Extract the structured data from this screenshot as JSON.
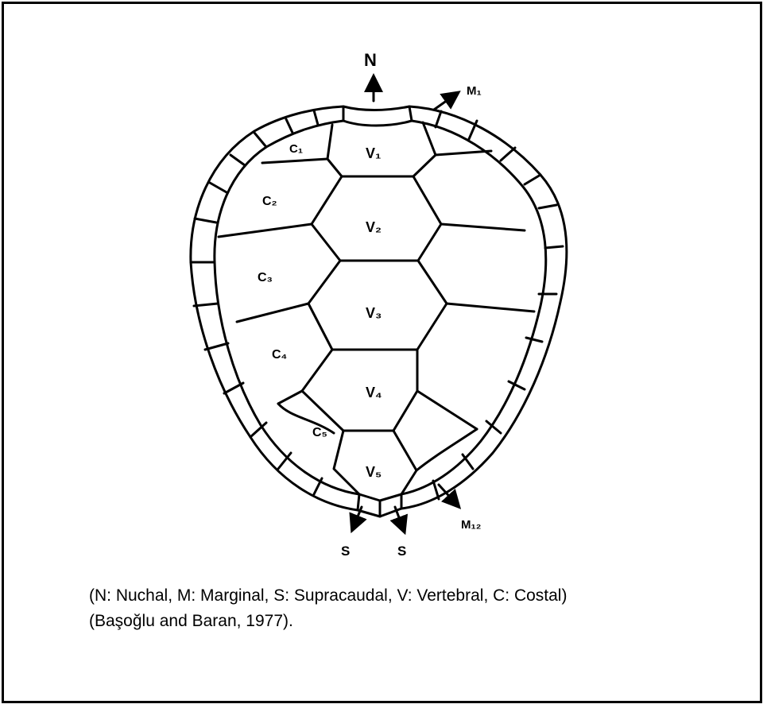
{
  "labels": {
    "nuchal": "N",
    "m1": "M₁",
    "m12": "M₁₂",
    "c1": "C₁",
    "c2": "C₂",
    "c3": "C₃",
    "c4": "C₄",
    "c5": "C₅",
    "v1": "V₁",
    "v2": "V₂",
    "v3": "V₃",
    "v4": "V₄",
    "v5": "V₅",
    "s_left": "S",
    "s_right": "S"
  },
  "caption": {
    "line1": "(N: Nuchal, M: Marginal, S: Supracaudal, V: Vertebral, C: Costal)",
    "line2": "(Başoğlu and Baran, 1977)."
  }
}
